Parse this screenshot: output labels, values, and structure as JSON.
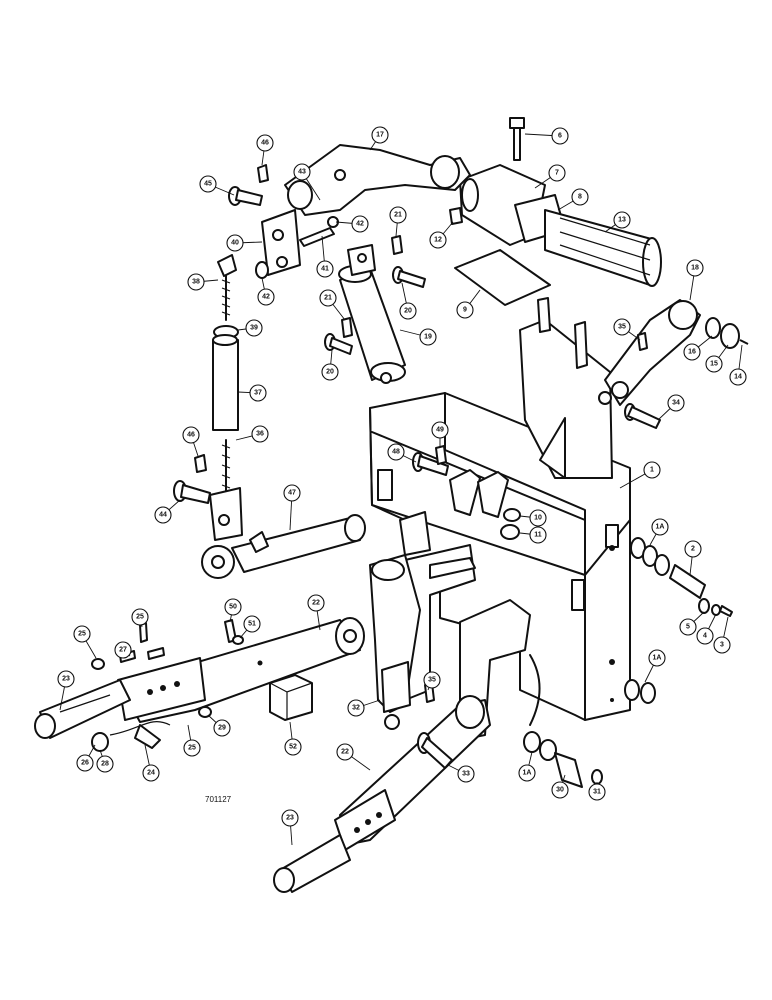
{
  "drawing_number": "701127",
  "callouts": [
    {
      "id": "c1",
      "label": "1"
    },
    {
      "id": "c1a1",
      "label": "1A"
    },
    {
      "id": "c1a2",
      "label": "1A"
    },
    {
      "id": "c1a3",
      "label": "1A"
    },
    {
      "id": "c2",
      "label": "2"
    },
    {
      "id": "c3",
      "label": "3"
    },
    {
      "id": "c4",
      "label": "4"
    },
    {
      "id": "c5",
      "label": "5"
    },
    {
      "id": "c6",
      "label": "6"
    },
    {
      "id": "c7",
      "label": "7"
    },
    {
      "id": "c8",
      "label": "8"
    },
    {
      "id": "c9",
      "label": "9"
    },
    {
      "id": "c10",
      "label": "10"
    },
    {
      "id": "c11",
      "label": "11"
    },
    {
      "id": "c12",
      "label": "12"
    },
    {
      "id": "c13",
      "label": "13"
    },
    {
      "id": "c14",
      "label": "14"
    },
    {
      "id": "c15",
      "label": "15"
    },
    {
      "id": "c16",
      "label": "16"
    },
    {
      "id": "c17",
      "label": "17"
    },
    {
      "id": "c18",
      "label": "18"
    },
    {
      "id": "c19",
      "label": "19"
    },
    {
      "id": "c20a",
      "label": "20"
    },
    {
      "id": "c20b",
      "label": "20"
    },
    {
      "id": "c21a",
      "label": "21"
    },
    {
      "id": "c21b",
      "label": "21"
    },
    {
      "id": "c22a",
      "label": "22"
    },
    {
      "id": "c22b",
      "label": "22"
    },
    {
      "id": "c23a",
      "label": "23"
    },
    {
      "id": "c23b",
      "label": "23"
    },
    {
      "id": "c24",
      "label": "24"
    },
    {
      "id": "c25a",
      "label": "25"
    },
    {
      "id": "c25b",
      "label": "25"
    },
    {
      "id": "c25c",
      "label": "25"
    },
    {
      "id": "c26",
      "label": "26"
    },
    {
      "id": "c27",
      "label": "27"
    },
    {
      "id": "c28",
      "label": "28"
    },
    {
      "id": "c29",
      "label": "29"
    },
    {
      "id": "c30",
      "label": "30"
    },
    {
      "id": "c31",
      "label": "31"
    },
    {
      "id": "c32",
      "label": "32"
    },
    {
      "id": "c33",
      "label": "33"
    },
    {
      "id": "c34",
      "label": "34"
    },
    {
      "id": "c35a",
      "label": "35"
    },
    {
      "id": "c35b",
      "label": "35"
    },
    {
      "id": "c36",
      "label": "36"
    },
    {
      "id": "c37",
      "label": "37"
    },
    {
      "id": "c38",
      "label": "38"
    },
    {
      "id": "c39",
      "label": "39"
    },
    {
      "id": "c40",
      "label": "40"
    },
    {
      "id": "c41",
      "label": "41"
    },
    {
      "id": "c42a",
      "label": "42"
    },
    {
      "id": "c42b",
      "label": "42"
    },
    {
      "id": "c43",
      "label": "43"
    },
    {
      "id": "c44",
      "label": "44"
    },
    {
      "id": "c45",
      "label": "45"
    },
    {
      "id": "c46a",
      "label": "46"
    },
    {
      "id": "c46b",
      "label": "46"
    },
    {
      "id": "c47",
      "label": "47"
    },
    {
      "id": "c48",
      "label": "48"
    },
    {
      "id": "c49",
      "label": "49"
    },
    {
      "id": "c50",
      "label": "50"
    },
    {
      "id": "c51",
      "label": "51"
    },
    {
      "id": "c52",
      "label": "52"
    }
  ]
}
